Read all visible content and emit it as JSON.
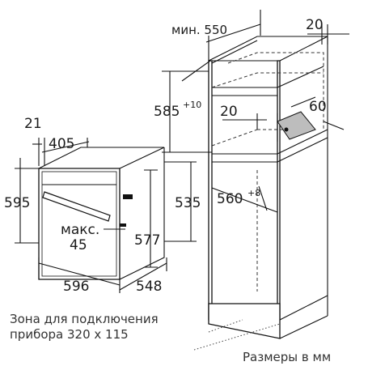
{
  "diagram": {
    "dimensions": {
      "niche_width_min": "мин. 550",
      "top_gap": "20",
      "niche_height": "585",
      "niche_height_tol": "+10",
      "inner_gap": "20",
      "vent_depth": "60",
      "niche_inner_width": "560",
      "niche_inner_width_tol": "+8",
      "oven_side_offset": "21",
      "oven_width_top": "405",
      "oven_height": "595",
      "oven_front_height": "535",
      "max_label": "макс.",
      "max_value": "45",
      "oven_depth_side": "577",
      "oven_width": "596",
      "oven_depth": "548"
    },
    "notes": {
      "connection_zone_line1": "Зона для подключения",
      "connection_zone_line2": "прибора 320 x 115",
      "units": "Размеры в мм"
    }
  }
}
